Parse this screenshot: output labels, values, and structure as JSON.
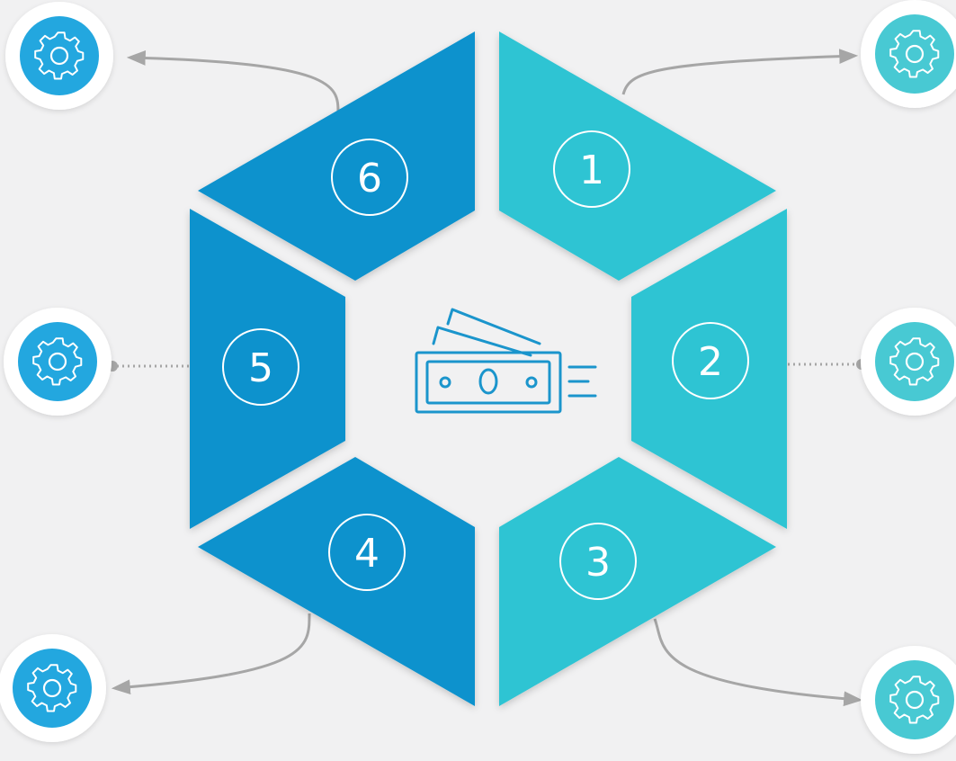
{
  "segments": [
    {
      "label": "1",
      "side": "right",
      "color": "#2dc4d3"
    },
    {
      "label": "2",
      "side": "right",
      "color": "#2dc4d3"
    },
    {
      "label": "3",
      "side": "right",
      "color": "#2dc4d3"
    },
    {
      "label": "4",
      "side": "left",
      "color": "#0b92cd"
    },
    {
      "label": "5",
      "side": "left",
      "color": "#0b92cd"
    },
    {
      "label": "6",
      "side": "left",
      "color": "#0b92cd"
    }
  ],
  "center_icon": "money-bills-icon",
  "node_icon": "gear-icon",
  "colors": {
    "left_segment": "#0b92cd",
    "right_segment": "#2dc4d3",
    "left_gear": "#23a7df",
    "right_gear": "#48c9d3",
    "center_icon": "#1b95cc",
    "connector": "#a6a6a6",
    "background": "#f1f1f2"
  }
}
